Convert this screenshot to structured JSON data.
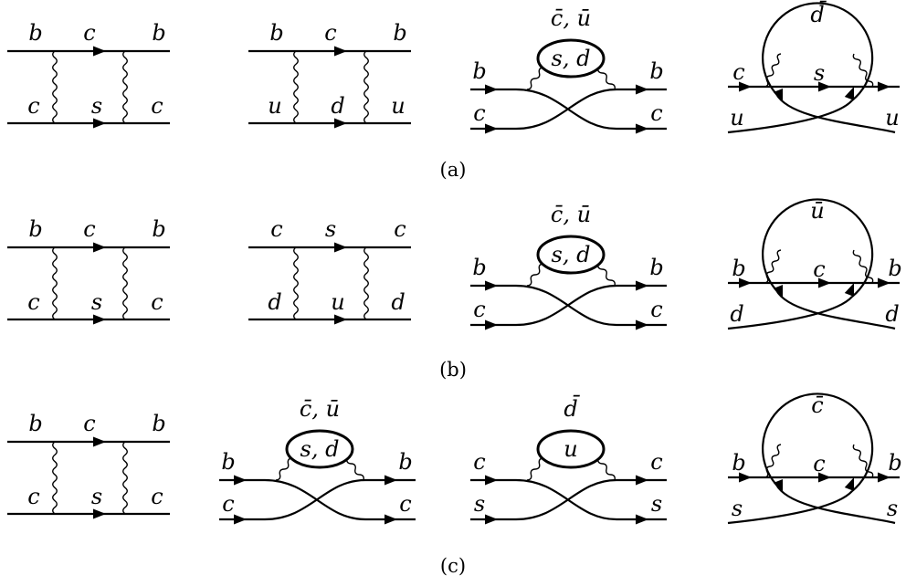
{
  "rows": [
    {
      "caption": "(a)",
      "diagrams": [
        {
          "kind": "box",
          "ext_top_l": "b",
          "int_top": "c",
          "ext_top_r": "b",
          "ext_bot_l": "c",
          "int_bot": "s",
          "ext_bot_r": "c"
        },
        {
          "kind": "box",
          "ext_top_l": "b",
          "int_top": "c",
          "ext_top_r": "b",
          "ext_bot_l": "u",
          "int_bot": "d",
          "ext_bot_r": "u"
        },
        {
          "kind": "loop",
          "loop_above": "c̄, ū",
          "loop_in": "s, d",
          "top_l": "b",
          "top_r": "b",
          "bot_l": "c",
          "bot_r": "c"
        },
        {
          "kind": "bigloop",
          "loop_label": "d̄",
          "in_l": "c",
          "mid": "s",
          "out_bot_l": "u",
          "out_bot_r": "u"
        }
      ]
    },
    {
      "caption": "(b)",
      "diagrams": [
        {
          "kind": "box",
          "ext_top_l": "b",
          "int_top": "c",
          "ext_top_r": "b",
          "ext_bot_l": "c",
          "int_bot": "s",
          "ext_bot_r": "c"
        },
        {
          "kind": "box",
          "ext_top_l": "c",
          "int_top": "s",
          "ext_top_r": "c",
          "ext_bot_l": "d",
          "int_bot": "u",
          "ext_bot_r": "d"
        },
        {
          "kind": "loop",
          "loop_above": "c̄, ū",
          "loop_in": "s, d",
          "top_l": "b",
          "top_r": "b",
          "bot_l": "c",
          "bot_r": "c"
        },
        {
          "kind": "bigloop",
          "loop_label": "ū",
          "in_l": "b",
          "mid": "c",
          "in_r": "b",
          "out_bot_l": "d",
          "out_bot_r": "d"
        }
      ]
    },
    {
      "caption": "(c)",
      "diagrams": [
        {
          "kind": "box",
          "ext_top_l": "b",
          "int_top": "c",
          "ext_top_r": "b",
          "ext_bot_l": "c",
          "int_bot": "s",
          "ext_bot_r": "c"
        },
        {
          "kind": "loop",
          "loop_above": "c̄, ū",
          "loop_in": "s, d",
          "top_l": "b",
          "top_r": "b",
          "bot_l": "c",
          "bot_r": "c"
        },
        {
          "kind": "loop",
          "loop_above": "d̄",
          "loop_in": "u",
          "top_l": "c",
          "top_r": "c",
          "bot_l": "s",
          "bot_r": "s"
        },
        {
          "kind": "bigloop",
          "loop_label": "c̄",
          "in_l": "b",
          "mid": "c",
          "in_r": "b",
          "out_bot_l": "s",
          "out_bot_r": "s"
        }
      ]
    }
  ]
}
